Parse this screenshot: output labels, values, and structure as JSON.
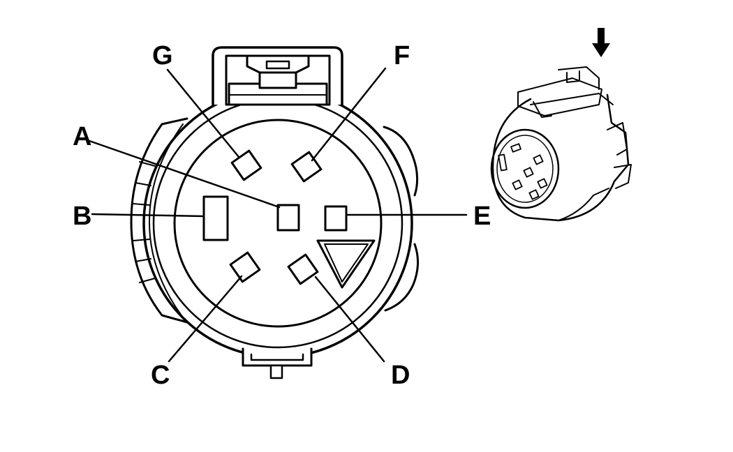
{
  "diagram": {
    "pin_labels": {
      "A": "A",
      "B": "B",
      "C": "C",
      "D": "D",
      "E": "E",
      "F": "F",
      "G": "G"
    },
    "colors": {
      "line": "#000000",
      "background": "#ffffff"
    },
    "icons": {
      "view_arrow": "down-arrow-icon"
    }
  }
}
